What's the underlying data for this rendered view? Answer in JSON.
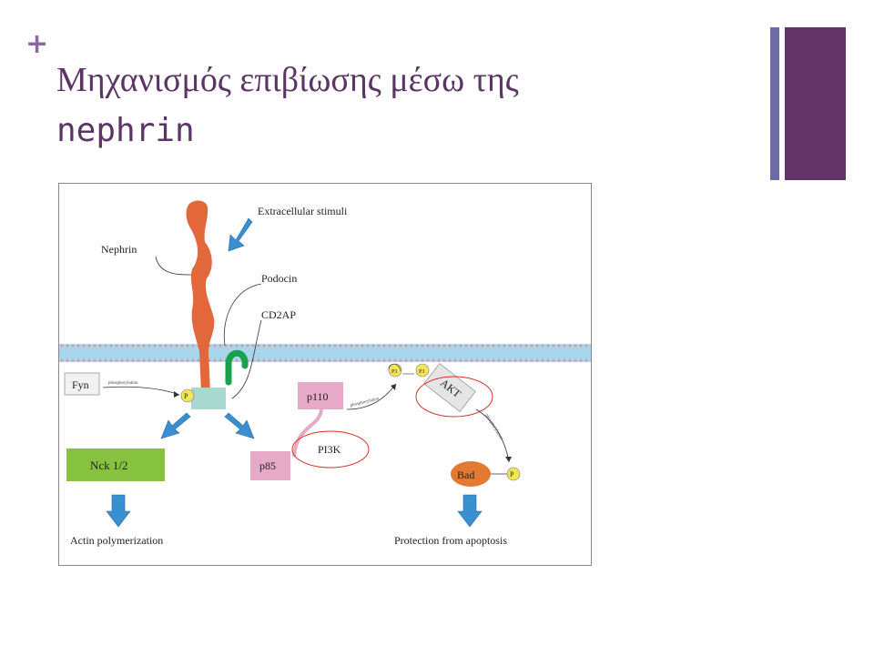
{
  "slide": {
    "plus": "+",
    "title_line1": "Μηχανισμός επιβίωσης μέσω της",
    "title_line2": "nephrin",
    "colors": {
      "title": "#5b3566",
      "accent_bar_light": "#6d6aa8",
      "accent_bar_dark": "#623366"
    }
  },
  "diagram": {
    "labels": {
      "extracellular": "Extracellular stimuli",
      "nephrin": "Nephrin",
      "podocin": "Podocin",
      "cd2ap": "CD2AP",
      "fyn": "Fyn",
      "phos1": "phosphorylation",
      "p": "P",
      "p110": "p110",
      "p85": "p85",
      "pi3k": "PI3K",
      "phos2": "phosphorylation",
      "p3": "P3",
      "p3b": "P3",
      "akt": "AKT",
      "phos3": "phosphorylation",
      "nck": "Nck 1/2",
      "bad": "Bad",
      "p_bad": "P",
      "actin": "Actin polymerization",
      "protection": "Protection from apoptosis"
    },
    "colors": {
      "nephrin": "#e2673a",
      "podocin": "#1aa14b",
      "cd2ap": "#a8d8d0",
      "arrow": "#3a8fd0",
      "nck": "#86c13f",
      "pink": "#e7a9c8",
      "bad": "#e27a33",
      "phospho": "#f3e55a",
      "highlight": "#d9302b",
      "membrane": "#a9d6ea"
    }
  }
}
